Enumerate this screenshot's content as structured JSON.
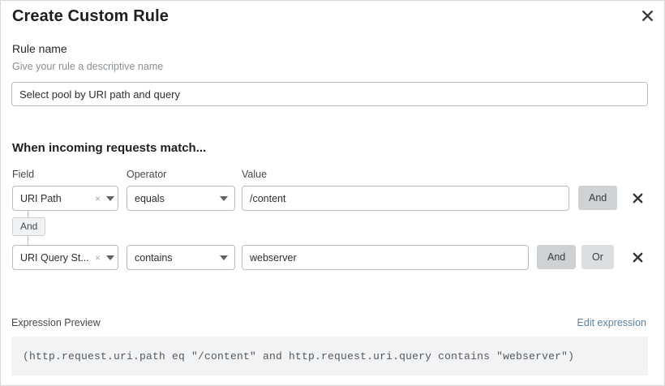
{
  "dialog": {
    "title": "Create Custom Rule",
    "close_icon": "close-icon"
  },
  "rule_name": {
    "label": "Rule name",
    "help": "Give your rule a descriptive name",
    "value": "Select pool by URI path and query",
    "placeholder": ""
  },
  "match_section": {
    "title": "When incoming requests match...",
    "columns": {
      "field": "Field",
      "operator": "Operator",
      "value": "Value"
    },
    "conditions": [
      {
        "field": "URI Path",
        "operator": "equals",
        "value": "/content",
        "clear_glyph": "×",
        "logic_buttons": [
          "And"
        ],
        "delete_label": "Remove condition"
      },
      {
        "field": "URI Query St...",
        "operator": "contains",
        "value": "webserver",
        "clear_glyph": "×",
        "logic_buttons": [
          "And",
          "Or"
        ],
        "delete_label": "Remove condition"
      }
    ],
    "connector": "And"
  },
  "expression_preview": {
    "label": "Expression Preview",
    "edit_link": "Edit expression",
    "expression": "(http.request.uri.path eq \"/content\" and http.request.uri.query contains \"webserver\")"
  },
  "colors": {
    "link": "#5d82a0",
    "logic_button": "#cfd2d4",
    "preview_background": "#f2f3f4",
    "border": "#b9bdc1"
  }
}
